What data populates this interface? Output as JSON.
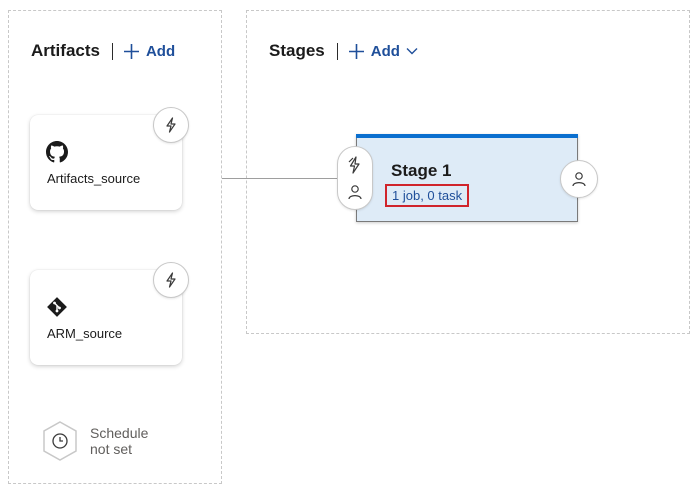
{
  "artifacts": {
    "title": "Artifacts",
    "add_label": "Add",
    "items": [
      {
        "name": "Artifacts_source",
        "icon": "github-icon"
      },
      {
        "name": "ARM_source",
        "icon": "git-icon"
      }
    ],
    "schedule": {
      "line1": "Schedule",
      "line2": "not set"
    }
  },
  "stages": {
    "title": "Stages",
    "add_label": "Add",
    "items": [
      {
        "name": "Stage 1",
        "summary": "1 job, 0 task"
      }
    ]
  },
  "colors": {
    "link": "#1f4f9a",
    "stage_background": "#deebf7",
    "stage_top_bar": "#0a6fcf",
    "highlight_border": "#d0242b"
  }
}
